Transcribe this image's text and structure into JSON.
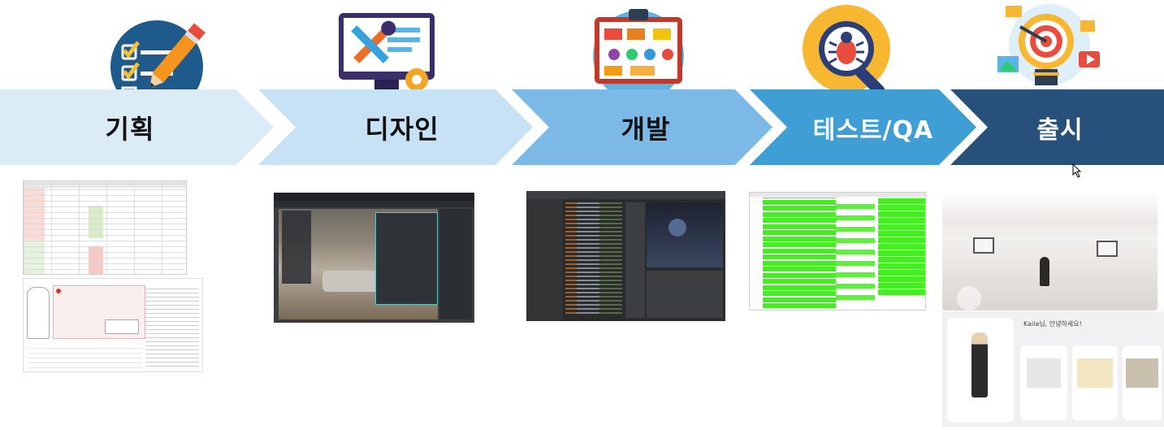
{
  "stages": [
    {
      "id": "planning",
      "label": "기획",
      "icon": "planning-checklist-icon",
      "color": "#dcecf7"
    },
    {
      "id": "design",
      "label": "디자인",
      "icon": "design-tools-icon",
      "color": "#c7e2f4"
    },
    {
      "id": "development",
      "label": "개발",
      "icon": "development-flowchart-icon",
      "color": "#7db9e6"
    },
    {
      "id": "test",
      "label": "테스트/QA",
      "icon": "bug-search-icon",
      "color": "#3f9fd4"
    },
    {
      "id": "release",
      "label": "출시",
      "icon": "launch-target-icon",
      "color": "#27507a"
    }
  ],
  "screenshots": {
    "release_app": {
      "greeting": "Kaila님, 안녕하세요!"
    }
  }
}
